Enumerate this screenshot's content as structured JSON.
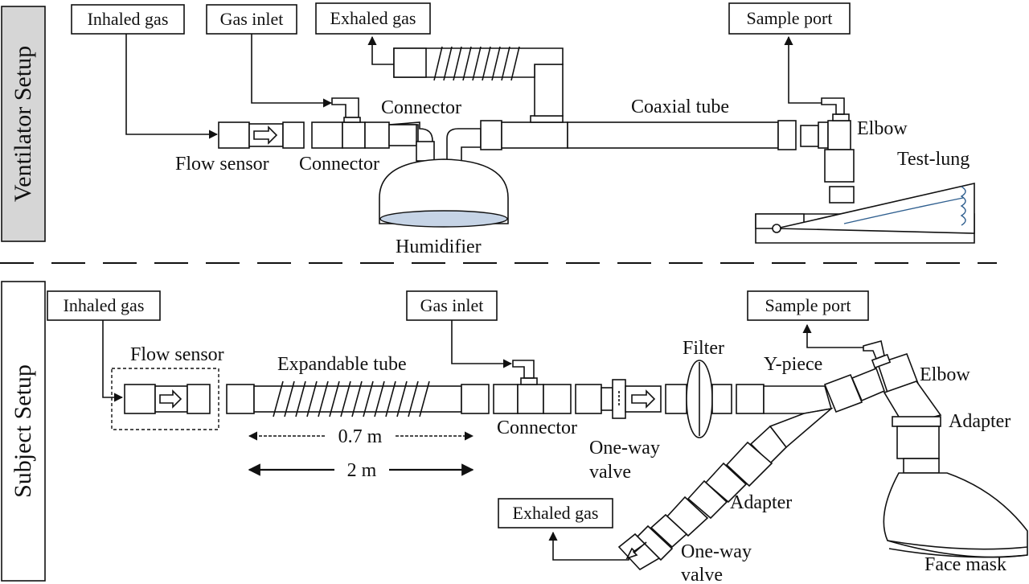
{
  "sections": {
    "ventilator_title": "Ventilator Setup",
    "subject_title": "Subject Setup"
  },
  "ventilator": {
    "inhaled_gas": "Inhaled gas",
    "gas_inlet": "Gas inlet",
    "exhaled_gas": "Exhaled gas",
    "sample_port": "Sample port",
    "connector_top": "Connector",
    "coaxial_tube": "Coaxial tube",
    "elbow": "Elbow",
    "flow_sensor": "Flow sensor",
    "connector_bottom": "Connector",
    "test_lung": "Test-lung",
    "humidifier": "Humidifier"
  },
  "subject": {
    "inhaled_gas": "Inhaled gas",
    "gas_inlet": "Gas inlet",
    "sample_port": "Sample port",
    "flow_sensor": "Flow sensor",
    "expandable_tube": "Expandable tube",
    "filter": "Filter",
    "y_piece": "Y-piece",
    "elbow": "Elbow",
    "adapter_upper": "Adapter",
    "connector": "Connector",
    "one_way_valve_1_l1": "One-way",
    "one_way_valve_1_l2": "valve",
    "length_short": "0.7 m",
    "length_long": "2 m",
    "exhaled_gas": "Exhaled gas",
    "adapter_lower": "Adapter",
    "one_way_valve_2_l1": "One-way",
    "one_way_valve_2_l2": "valve",
    "face_mask": "Face mask"
  },
  "colors": {
    "line": "#111111",
    "section_box_fill": "#d6d6d6",
    "humidifier_water": "#c6d4e6",
    "test_lung_spring": "#2f5f8f"
  }
}
